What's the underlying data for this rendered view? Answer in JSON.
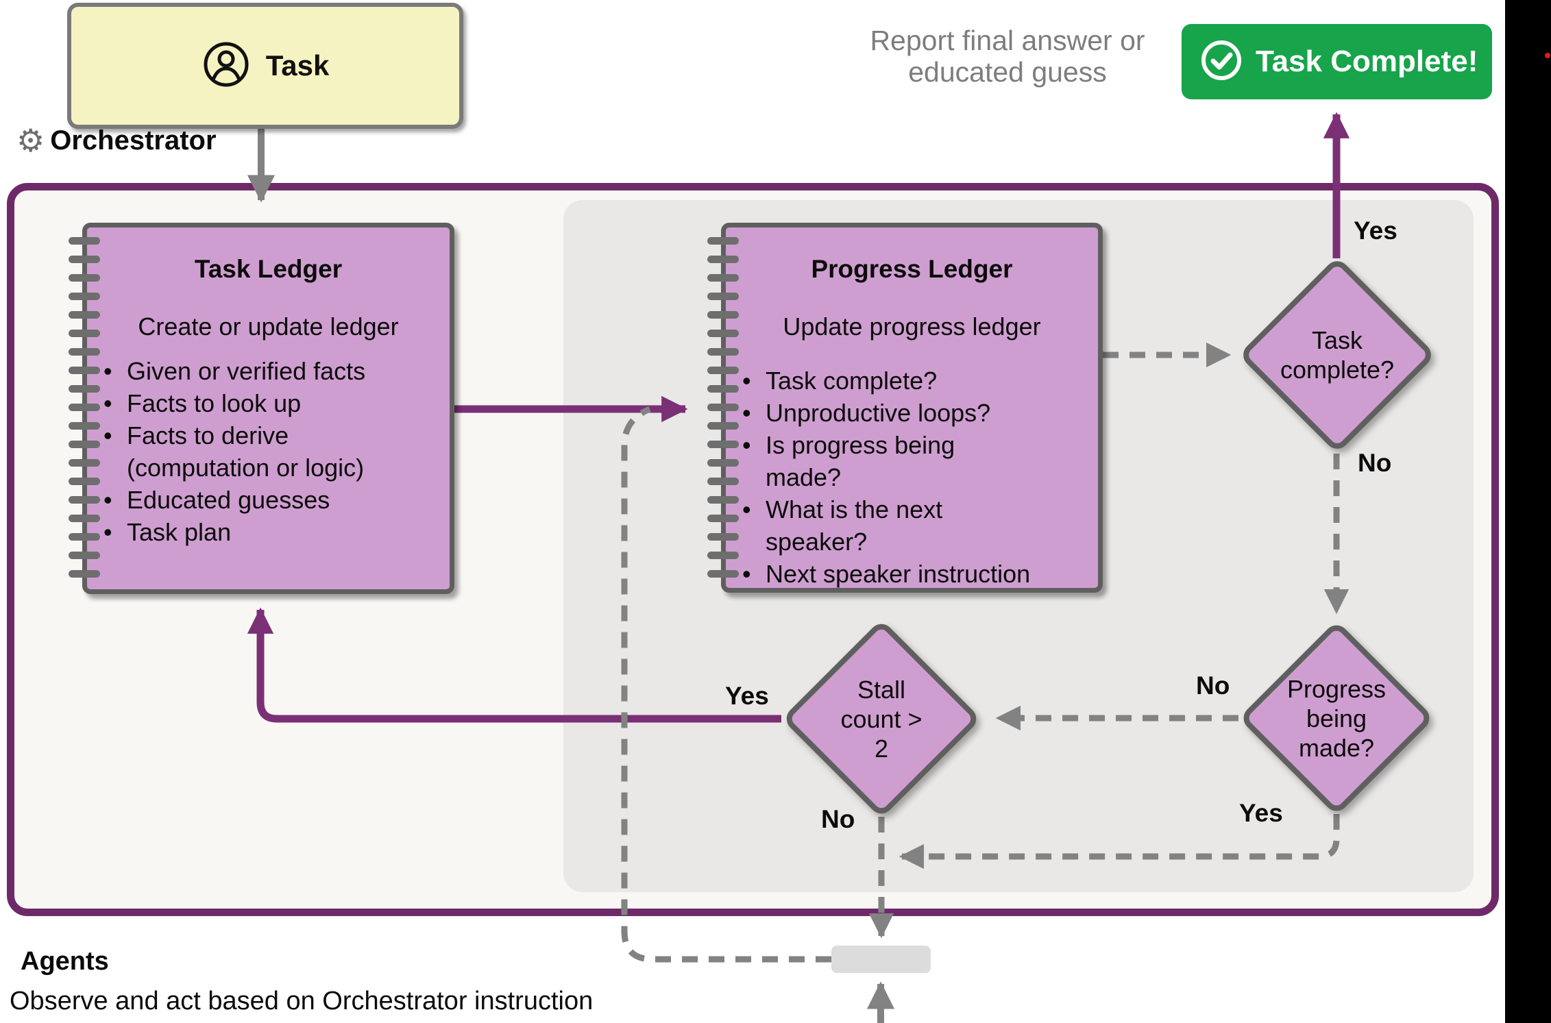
{
  "task_box": {
    "label": "Task"
  },
  "orchestrator": {
    "label": "Orchestrator"
  },
  "report_text": {
    "line1": "Report final answer or",
    "line2": "educated guess"
  },
  "complete_button": {
    "label": "Task Complete!"
  },
  "task_ledger": {
    "title": "Task Ledger",
    "intro": "Create or update ledger",
    "items": [
      "Given or verified facts",
      "Facts to look up",
      "Facts to derive\n(computation or logic)",
      "Educated guesses",
      "Task plan"
    ]
  },
  "progress_ledger": {
    "title": "Progress Ledger",
    "intro": "Update progress ledger",
    "items": [
      "Task complete?",
      "Unproductive loops?",
      "Is progress being\nmade?",
      "What is the next\nspeaker?",
      "Next speaker instruction"
    ]
  },
  "decisions": {
    "task_complete": "Task\ncomplete?",
    "progress": "Progress\nbeing\nmade?",
    "stall": "Stall\ncount >\n2"
  },
  "flow_labels": {
    "task_complete_yes": "Yes",
    "task_complete_no": "No",
    "progress_no": "No",
    "progress_yes": "Yes",
    "stall_yes": "Yes",
    "stall_no": "No"
  },
  "agents": {
    "title": "Agents",
    "subtitle": "Observe and act based on Orchestrator instruction"
  },
  "icons": {
    "gear": "⚙",
    "user": "user-avatar-icon",
    "check": "check-circle-icon"
  },
  "colors": {
    "purple_border": "#6e2a68",
    "purple_arrow": "#7b3076",
    "gray": "#828282",
    "node_fill": "#cf9ed0",
    "node_border": "#5f5f5f",
    "green": "#17a44b",
    "yellow": "#f6f3c2",
    "panel": "#e9e8e7",
    "container_bg": "#f9f7f4",
    "agents_rect": "#dcdcdc",
    "text_gray": "#7d7d7d",
    "red": "#e01b1b"
  }
}
